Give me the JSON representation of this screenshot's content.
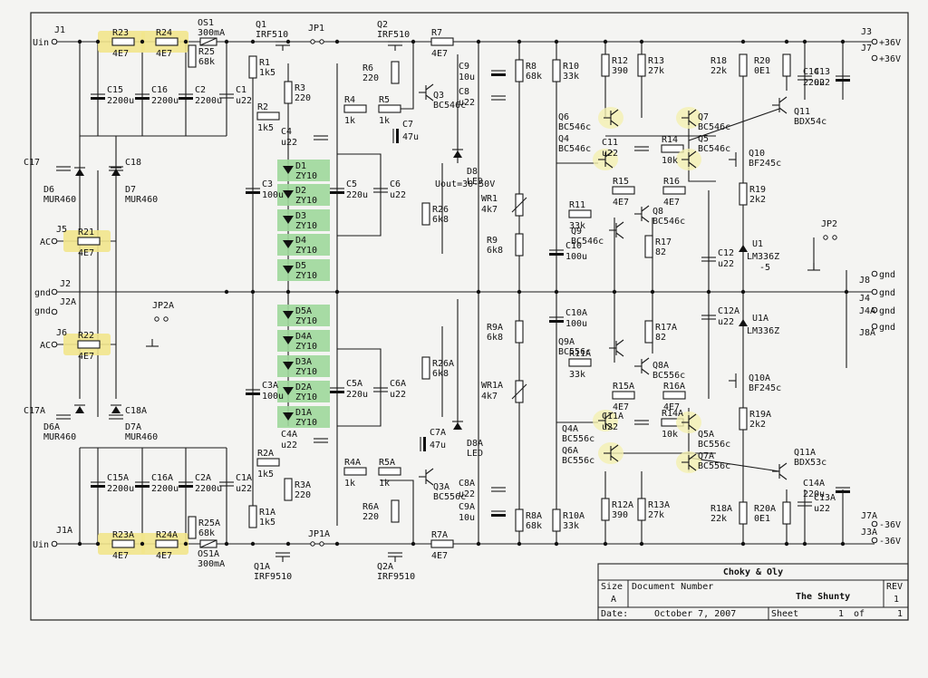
{
  "document": {
    "company": "Choky & Oly",
    "size_label": "Size",
    "size": "A",
    "docnum_label": "Document Number",
    "title": "The Shunty",
    "rev_label": "REV",
    "rev": "1",
    "date_label": "Date:",
    "date": "October  7, 2007",
    "sheet_label": "Sheet",
    "sheet_no": "1",
    "of_label": "of",
    "sheet_total": "1"
  },
  "colors": {
    "resistor_highlight": "#f2e58c",
    "zener_highlight": "#9fd89b",
    "transistor_highlight": "#f4f0b0",
    "ink": "#1a1a1a",
    "paper": "#f4f4f2"
  },
  "connectors": [
    {
      "ref": "J1",
      "net": "Uin"
    },
    {
      "ref": "J1A",
      "net": "Uin"
    },
    {
      "ref": "J5",
      "net": "AC"
    },
    {
      "ref": "J6",
      "net": "AC"
    },
    {
      "ref": "J2",
      "net": "gnd"
    },
    {
      "ref": "J2A",
      "net": "gnd"
    },
    {
      "ref": "J3",
      "net": "+36V"
    },
    {
      "ref": "J7",
      "net": "+36V"
    },
    {
      "ref": "J7A",
      "net": "-36V"
    },
    {
      "ref": "J3A",
      "net": "-36V"
    },
    {
      "ref": "J8",
      "net": "gnd"
    },
    {
      "ref": "J4",
      "net": "gnd"
    },
    {
      "ref": "J4A",
      "net": "gnd"
    },
    {
      "ref": "J8A",
      "net": "gnd"
    }
  ],
  "jumpers": [
    "JP1",
    "JP1A",
    "JP2",
    "JP2A"
  ],
  "fuses": [
    {
      "ref": "OS1",
      "value": "300mA"
    },
    {
      "ref": "OS1A",
      "value": "300mA"
    }
  ],
  "resistors": [
    {
      "ref": "R23",
      "value": "4E7"
    },
    {
      "ref": "R24",
      "value": "4E7"
    },
    {
      "ref": "R25",
      "value": "68k"
    },
    {
      "ref": "R21",
      "value": "4E7"
    },
    {
      "ref": "R22",
      "value": "4E7"
    },
    {
      "ref": "R23A",
      "value": "4E7"
    },
    {
      "ref": "R24A",
      "value": "4E7"
    },
    {
      "ref": "R25A",
      "value": "68k"
    },
    {
      "ref": "R1",
      "value": "1k5"
    },
    {
      "ref": "R2",
      "value": "1k5"
    },
    {
      "ref": "R3",
      "value": "220"
    },
    {
      "ref": "R2A",
      "value": "1k5"
    },
    {
      "ref": "R3A",
      "value": "220"
    },
    {
      "ref": "R1A",
      "value": "1k5"
    },
    {
      "ref": "R4",
      "value": "1k"
    },
    {
      "ref": "R5",
      "value": "1k"
    },
    {
      "ref": "R6",
      "value": "220"
    },
    {
      "ref": "R7",
      "value": "4E7"
    },
    {
      "ref": "R4A",
      "value": "1k"
    },
    {
      "ref": "R5A",
      "value": "1k"
    },
    {
      "ref": "R6A",
      "value": "220"
    },
    {
      "ref": "R7A",
      "value": "4E7"
    },
    {
      "ref": "R26",
      "value": "6k8"
    },
    {
      "ref": "R26A",
      "value": "6k8"
    },
    {
      "ref": "R8",
      "value": "68k"
    },
    {
      "ref": "R9",
      "value": "6k8"
    },
    {
      "ref": "R9A",
      "value": "6k8"
    },
    {
      "ref": "R8A",
      "value": "68k"
    },
    {
      "ref": "R10",
      "value": "33k"
    },
    {
      "ref": "R10A",
      "value": "33k"
    },
    {
      "ref": "R11",
      "value": "33k"
    },
    {
      "ref": "R11A",
      "value": "33k"
    },
    {
      "ref": "R12",
      "value": "390"
    },
    {
      "ref": "R13",
      "value": "27k"
    },
    {
      "ref": "R12A",
      "value": "390"
    },
    {
      "ref": "R13A",
      "value": "27k"
    },
    {
      "ref": "R14",
      "value": "10k"
    },
    {
      "ref": "R15",
      "value": "4E7"
    },
    {
      "ref": "R16",
      "value": "4E7"
    },
    {
      "ref": "R14A",
      "value": "10k"
    },
    {
      "ref": "R15A",
      "value": "4E7"
    },
    {
      "ref": "R16A",
      "value": "4E7"
    },
    {
      "ref": "R17",
      "value": "82"
    },
    {
      "ref": "R17A",
      "value": "82"
    },
    {
      "ref": "R18",
      "value": "22k"
    },
    {
      "ref": "R20",
      "value": "0E1"
    },
    {
      "ref": "R18A",
      "value": "22k"
    },
    {
      "ref": "R20A",
      "value": "0E1"
    },
    {
      "ref": "R19",
      "value": "2k2"
    },
    {
      "ref": "R19A",
      "value": "2k2"
    }
  ],
  "capacitors": [
    {
      "ref": "C15",
      "value": "2200u"
    },
    {
      "ref": "C16",
      "value": "2200u"
    },
    {
      "ref": "C2",
      "value": "2200u"
    },
    {
      "ref": "C1",
      "value": "u22"
    },
    {
      "ref": "C15A",
      "value": "2200u"
    },
    {
      "ref": "C16A",
      "value": "2200u"
    },
    {
      "ref": "C2A",
      "value": "2200u"
    },
    {
      "ref": "C1A",
      "value": "u22"
    },
    {
      "ref": "C17",
      "value": ""
    },
    {
      "ref": "C18",
      "value": ""
    },
    {
      "ref": "C17A",
      "value": ""
    },
    {
      "ref": "C18A",
      "value": ""
    },
    {
      "ref": "C3",
      "value": "100u"
    },
    {
      "ref": "C3A",
      "value": "100u"
    },
    {
      "ref": "C4",
      "value": "u22"
    },
    {
      "ref": "C4A",
      "value": "u22"
    },
    {
      "ref": "C5",
      "value": "220u"
    },
    {
      "ref": "C6",
      "value": "u22"
    },
    {
      "ref": "C5A",
      "value": "220u"
    },
    {
      "ref": "C6A",
      "value": "u22"
    },
    {
      "ref": "C7",
      "value": "47u"
    },
    {
      "ref": "C7A",
      "value": "47u"
    },
    {
      "ref": "C9",
      "value": "10u"
    },
    {
      "ref": "C8",
      "value": "u22"
    },
    {
      "ref": "C8A",
      "value": "u22"
    },
    {
      "ref": "C9A",
      "value": "10u"
    },
    {
      "ref": "C10",
      "value": "100u"
    },
    {
      "ref": "C10A",
      "value": "100u"
    },
    {
      "ref": "C11",
      "value": "u22"
    },
    {
      "ref": "C11A",
      "value": "u22"
    },
    {
      "ref": "C12",
      "value": "u22"
    },
    {
      "ref": "C12A",
      "value": "u22"
    },
    {
      "ref": "C13",
      "value": "u22"
    },
    {
      "ref": "C14",
      "value": "220u"
    },
    {
      "ref": "C13A",
      "value": "u22"
    },
    {
      "ref": "C14A",
      "value": "220u"
    }
  ],
  "diodes": [
    {
      "ref": "D6",
      "value": "MUR460"
    },
    {
      "ref": "D7",
      "value": "MUR460"
    },
    {
      "ref": "D6A",
      "value": "MUR460"
    },
    {
      "ref": "D7A",
      "value": "MUR460"
    },
    {
      "ref": "D8",
      "value": "LED"
    },
    {
      "ref": "D8A",
      "value": "LED"
    }
  ],
  "zeners": [
    {
      "ref": "D1",
      "value": "ZY10"
    },
    {
      "ref": "D2",
      "value": "ZY10"
    },
    {
      "ref": "D3",
      "value": "ZY10"
    },
    {
      "ref": "D4",
      "value": "ZY10"
    },
    {
      "ref": "D5",
      "value": "ZY10"
    },
    {
      "ref": "D5A",
      "value": "ZY10"
    },
    {
      "ref": "D4A",
      "value": "ZY10"
    },
    {
      "ref": "D3A",
      "value": "ZY10"
    },
    {
      "ref": "D2A",
      "value": "ZY10"
    },
    {
      "ref": "D1A",
      "value": "ZY10"
    }
  ],
  "transistors": [
    {
      "ref": "Q1",
      "value": "IRF510"
    },
    {
      "ref": "Q2",
      "value": "IRF510"
    },
    {
      "ref": "Q1A",
      "value": "IRF9510"
    },
    {
      "ref": "Q2A",
      "value": "IRF9510"
    },
    {
      "ref": "Q3",
      "value": "BC546c"
    },
    {
      "ref": "Q3A",
      "value": "BC556c"
    },
    {
      "ref": "Q6",
      "value": "BC546c"
    },
    {
      "ref": "Q4",
      "value": "BC546c"
    },
    {
      "ref": "Q7",
      "value": "BC546c"
    },
    {
      "ref": "Q5",
      "value": "BC546c"
    },
    {
      "ref": "Q8",
      "value": "BC546c"
    },
    {
      "ref": "Q9",
      "value": "BC546c"
    },
    {
      "ref": "Q9A",
      "value": "BC556c"
    },
    {
      "ref": "Q8A",
      "value": "BC556c"
    },
    {
      "ref": "Q4A",
      "value": "BC556c"
    },
    {
      "ref": "Q6A",
      "value": "BC556c"
    },
    {
      "ref": "Q5A",
      "value": "BC556c"
    },
    {
      "ref": "Q7A",
      "value": "BC556c"
    },
    {
      "ref": "Q10",
      "value": "BF245c"
    },
    {
      "ref": "Q10A",
      "value": "BF245c"
    },
    {
      "ref": "Q11",
      "value": "BDX54c"
    },
    {
      "ref": "Q11A",
      "value": "BDX53c"
    }
  ],
  "pots": [
    {
      "ref": "WR1",
      "value": "4k7"
    },
    {
      "ref": "WR1A",
      "value": "4k7"
    }
  ],
  "ics": [
    {
      "ref": "U1",
      "value": "LM336Z",
      "suffix": "-5"
    },
    {
      "ref": "U1A",
      "value": "LM336Z"
    }
  ],
  "notes": {
    "uout": "Uout=30-50V"
  }
}
